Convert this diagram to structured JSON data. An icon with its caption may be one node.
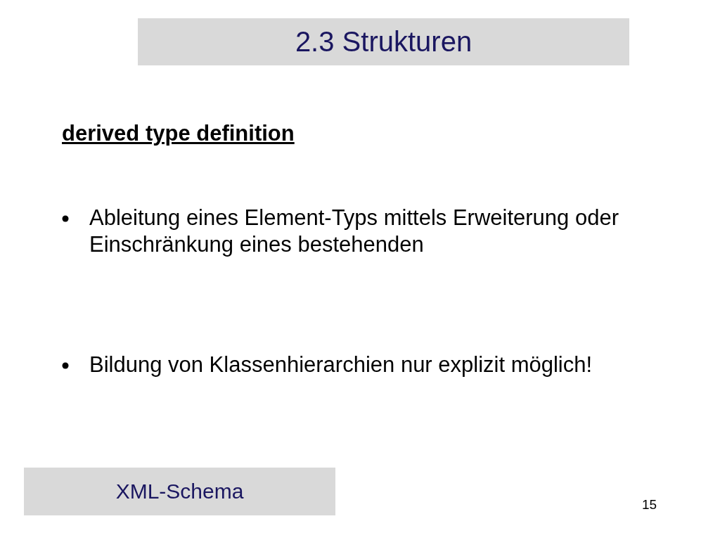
{
  "diagram": {
    "title": "2.3 Strukturen",
    "nodes": [
      {
        "text": [
          "XML-Schema"
        ]
      }
    ],
    "labels": [
      "derived type definition",
      "Ableitung eines Element-Typs mittels Erweiterung oder Einschränkung eines bestehenden",
      "Bildung von Klassenhierarchien nur explizit möglich!",
      "15"
    ]
  }
}
